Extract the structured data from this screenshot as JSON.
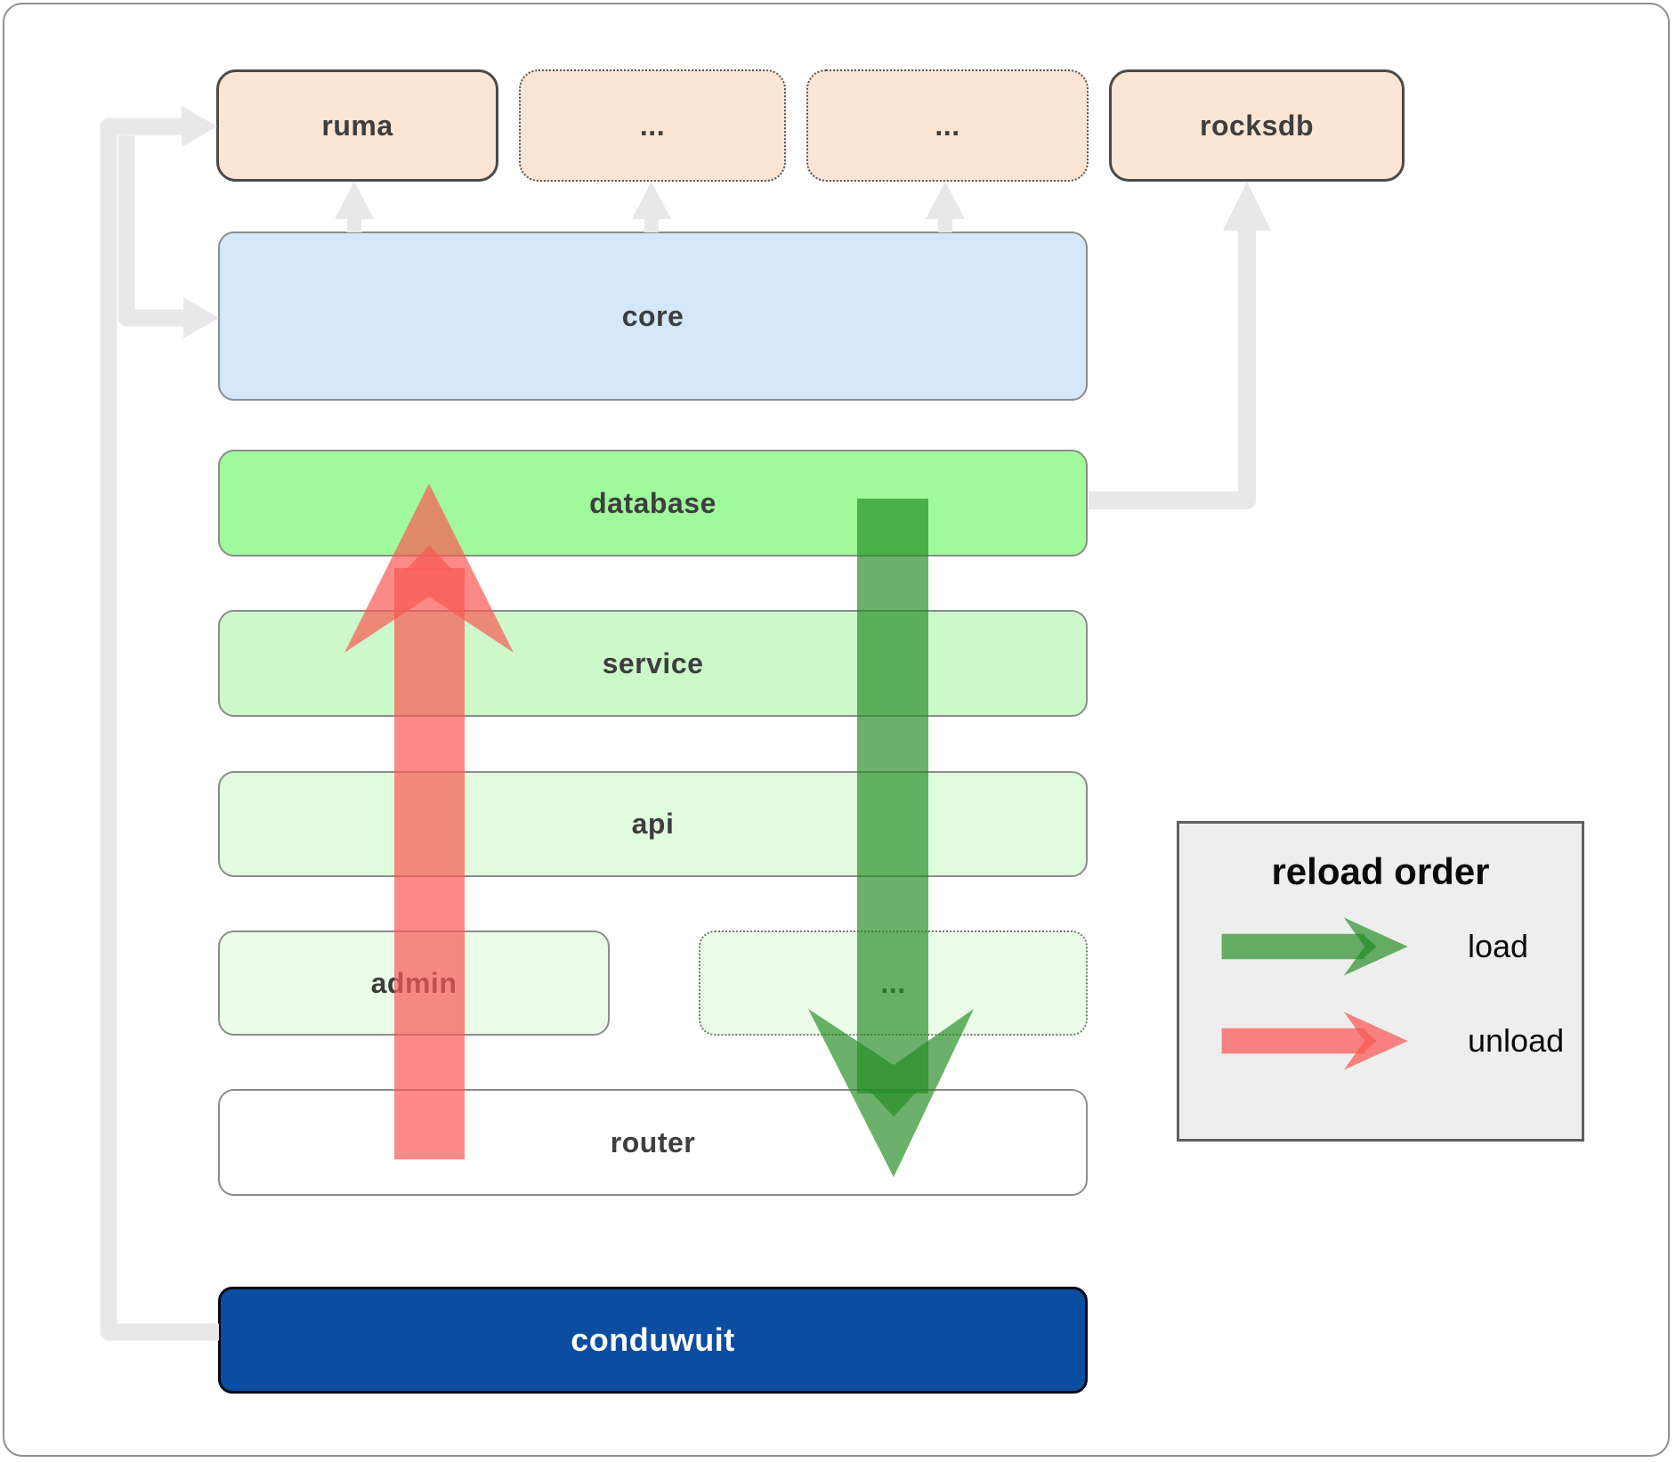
{
  "diagram": {
    "boxes": {
      "ruma": {
        "label": "ruma"
      },
      "dep_more_1": {
        "label": "..."
      },
      "dep_more_2": {
        "label": "..."
      },
      "rocksdb": {
        "label": "rocksdb"
      },
      "core": {
        "label": "core"
      },
      "database": {
        "label": "database"
      },
      "service": {
        "label": "service"
      },
      "api": {
        "label": "api"
      },
      "admin": {
        "label": "admin"
      },
      "crate_more": {
        "label": "..."
      },
      "router": {
        "label": "router"
      },
      "conduwuit": {
        "label": "conduwuit"
      }
    },
    "legend": {
      "title": "reload order",
      "items": [
        {
          "id": "load",
          "label": "load",
          "color": "#228b22"
        },
        {
          "id": "unload",
          "label": "unload",
          "color": "#fa5854"
        }
      ]
    },
    "colors": {
      "dependency_fill": "#fce5d4",
      "core_fill": "#d4e7fb",
      "database_fill": "#a0fa9b",
      "service_fill": "#cdf9ca",
      "api_fill": "#e1fbde",
      "admin_fill": "#ebfce9",
      "router_fill": "#ffffff",
      "conduwuit_fill": "#0b4da0",
      "connector_gray": "#e8e8e8",
      "load_arrow": "#228b22",
      "unload_arrow": "#fa5854",
      "legend_bg": "#eeeeee"
    }
  }
}
